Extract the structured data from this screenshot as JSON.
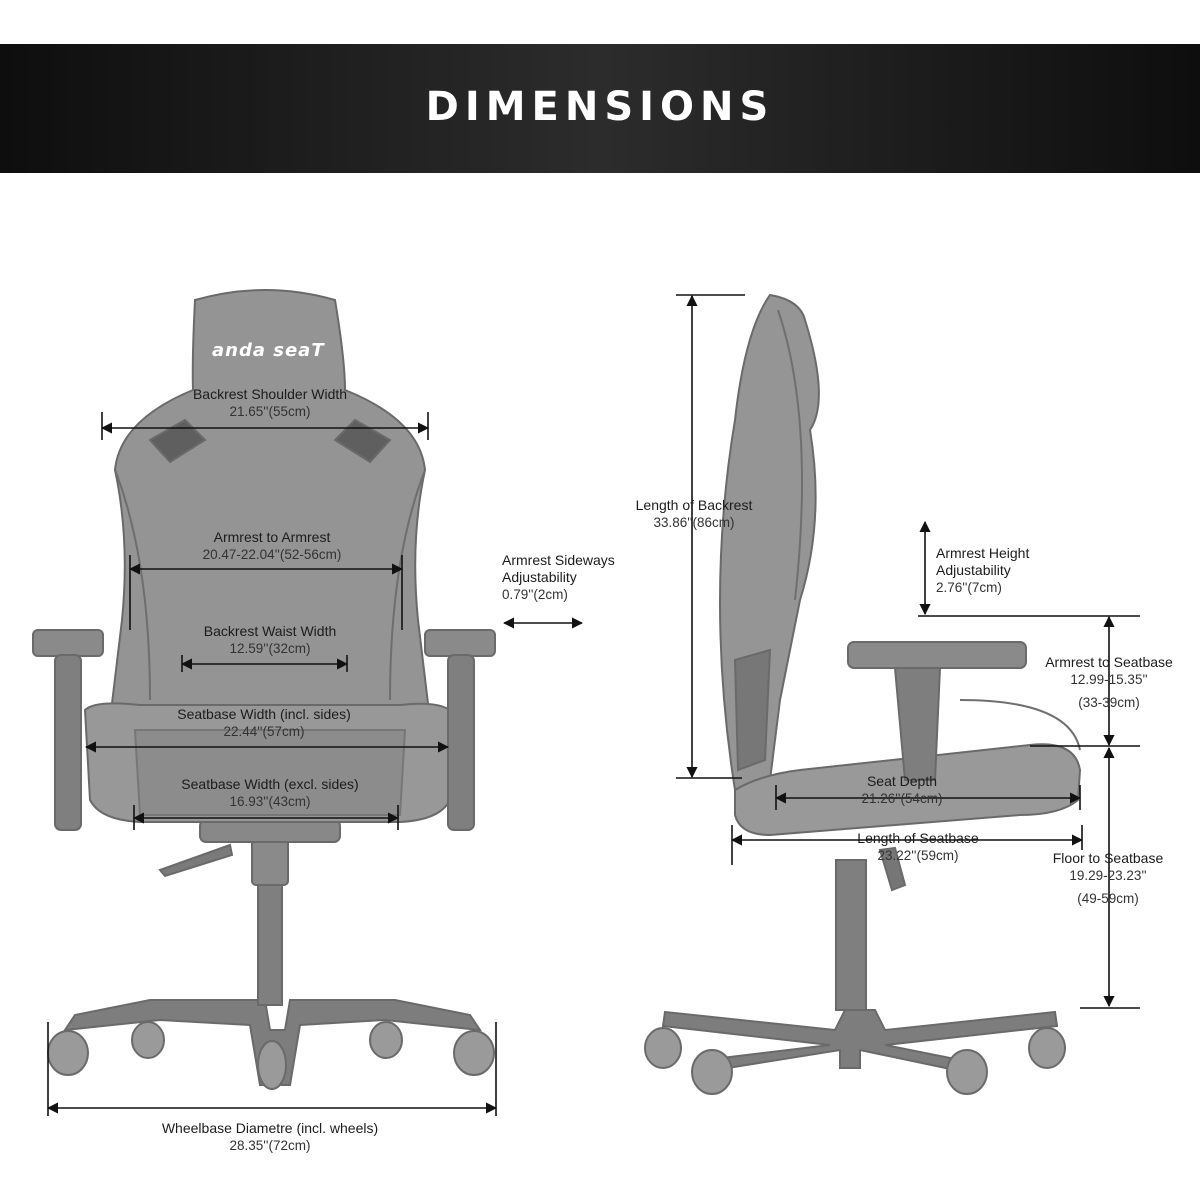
{
  "header": {
    "title": "DIMENSIONS"
  },
  "brand": {
    "logo_text": "anda seaT"
  },
  "front": {
    "backrest_shoulder_width": {
      "label": "Backrest Shoulder Width",
      "value": "21.65''(55cm)"
    },
    "armrest_to_armrest": {
      "label": "Armrest to Armrest",
      "value": "20.47-22.04''(52-56cm)"
    },
    "backrest_waist_width": {
      "label": "Backrest Waist Width",
      "value": "12.59''(32cm)"
    },
    "seatbase_width_incl": {
      "label": "Seatbase Width (incl. sides)",
      "value": "22.44''(57cm)"
    },
    "seatbase_width_excl": {
      "label": "Seatbase Width (excl. sides)",
      "value": "16.93''(43cm)"
    },
    "wheelbase": {
      "label": "Wheelbase Diametre  (incl. wheels)",
      "value": "28.35''(72cm)"
    }
  },
  "middle": {
    "armrest_sideways": {
      "label1": "Armrest Sideways",
      "label2": "Adjustability",
      "value": "0.79''(2cm)"
    }
  },
  "side": {
    "length_of_backrest": {
      "label": "Length of Backrest",
      "value": "33.86''(86cm)"
    },
    "armrest_height": {
      "label1": "Armrest Height",
      "label2": "Adjustability",
      "value": "2.76''(7cm)"
    },
    "armrest_to_seatbase": {
      "label": "Armrest to Seatbase",
      "value": "12.99-15.35''",
      "value2": "(33-39cm)"
    },
    "seat_depth": {
      "label": "Seat Depth",
      "value": "21.26''(54cm)"
    },
    "length_of_seatbase": {
      "label": "Length of Seatbase",
      "value": "23.22''(59cm)"
    },
    "floor_to_seatbase": {
      "label": "Floor to Seatbase",
      "value": "19.29-23.23''",
      "value2": "(49-59cm)"
    }
  },
  "colors": {
    "banner": "#1a1a1a",
    "chair": "#8f8f8f",
    "chair_dark": "#5e5e5e",
    "dimension_line": "#111111"
  }
}
